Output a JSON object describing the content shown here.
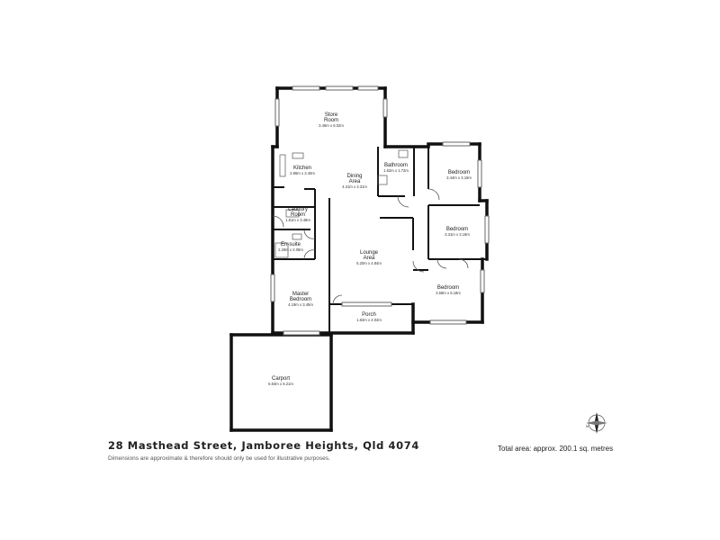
{
  "rooms": {
    "store_room": {
      "name_line1": "Store",
      "name_line2": "Room",
      "dims": "3.46m x 6.02m"
    },
    "kitchen": {
      "name": "Kitchen",
      "dims": "2.86m x 3.40m"
    },
    "dining": {
      "name_line1": "Dining",
      "name_line2": "Area",
      "dims": "4.31m x 3.31m"
    },
    "bathroom": {
      "name": "Bathroom",
      "dims": "1.52m x 1.72m"
    },
    "bedroom_1": {
      "name": "Bedroom",
      "dims": "3.44m x 3.15m"
    },
    "laundry": {
      "name_line1": "Laundry",
      "name_line2": "Room",
      "dims": "1.81m x 3.48m"
    },
    "bedroom_2": {
      "name": "Bedroom",
      "dims": "3.31m x 3.19m"
    },
    "ensuite": {
      "name": "En-suite",
      "dims": "2.28m x 2.08m"
    },
    "lounge": {
      "name_line1": "Lounge",
      "name_line2": "Area",
      "dims": "5.20m x 4.84m"
    },
    "bedroom_3": {
      "name": "Bedroom",
      "dims": "3.58m x 6.18m"
    },
    "master": {
      "name_line1": "Master",
      "name_line2": "Bedroom",
      "dims": "4.19m x 3.45m"
    },
    "porch": {
      "name": "Porch",
      "dims": "1.82m x 4.04m"
    },
    "carport": {
      "name": "Carport",
      "dims": "5.64m x 6.21m"
    }
  },
  "compass": {
    "label": "N"
  },
  "footer": {
    "address": "28 Masthead Street, Jamboree Heights, Qld 4074",
    "disclaimer": "Dimensions are approximate & therefore should only be used for illustrative purposes.",
    "total_area": "Total area: approx. 200.1 sq. metres"
  }
}
